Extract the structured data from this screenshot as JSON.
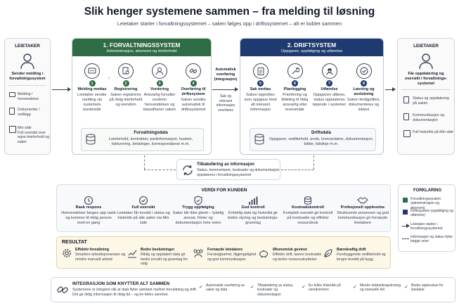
{
  "title": "Slik henger systemene sammen – fra melding til løsning",
  "subtitle": "Leietaker starter i forvaltningssystemet – saken følges opp i driftssystemet – alt er koblet sammen",
  "left": {
    "title": "LEIETAKER",
    "main": "Sender melding i forvaltningssystem",
    "items": [
      "Melding / henvendelse",
      "Dokumenter / vedlegg",
      "Min side\nFull oversikt over egne leieforhold og saker"
    ]
  },
  "right": {
    "title": "LEIETAKER",
    "main": "Får oppdatering og oversikt i forvaltnings-systemet",
    "items": [
      "Status og oppdatering på saken",
      "Kommunikasjon og dokumentasjon",
      "Full historikk på Min side"
    ]
  },
  "fv": {
    "title": "1. FORVALTNINGSSYSTEM",
    "sub": "Administrasjon, økonomi og leieforhold",
    "steps": [
      {
        "n": "1",
        "t": "Melding mottas",
        "d": "Leietaker sender melding via systemets kundeside"
      },
      {
        "n": "2",
        "t": "Registrering",
        "d": "Saken registreres på riktig leieforhold og eiendom"
      },
      {
        "n": "3",
        "t": "Vurdering",
        "d": "Ansvarlig forvalter vurderer henvendelsen og klassifiserer saken"
      },
      {
        "n": "4",
        "t": "Overføring til driftssystem",
        "d": "Saken sendes automatisk til driftssystemet"
      }
    ],
    "data_title": "Forvaltningsdata",
    "data_text": "Leieforhold, kontrakter, partinformasjon, husleie, fakturering, betalinger, korrespondanse m.m."
  },
  "transfer": {
    "title": "Automatisk overføring (integrasjon)",
    "text": "Sak og relevant informasjon overføres"
  },
  "ds": {
    "title": "2. DRIFTSYSTEM",
    "sub": "Oppgaver, oppfølging og utførelse",
    "steps": [
      {
        "n": "5",
        "t": "Sak mottas",
        "d": "Saken opprettes som oppgave med all relevant informasjon"
      },
      {
        "n": "6",
        "t": "Planlegging",
        "d": "Prioritering og tildeling til riktig ansvarlig eller leverandør"
      },
      {
        "n": "7",
        "t": "Utførelse",
        "d": "Oppgaven utføres, status oppdateres løpende i systemet"
      },
      {
        "n": "8",
        "t": "Løsning og avslutning",
        "d": "Saken ferdigstilles, dokumenteres og lukkes"
      }
    ],
    "data_title": "Driftsdata",
    "data_text": "Oppgaver, vedlikehold, avvik, leverandører, dokumentasjon, bilder, tidslinje m.m."
  },
  "feedback": {
    "title": "Tilbakeføring av informasjon",
    "text": "Status, kommentarer, kostnader og dokumentasjon oppdateres i forvaltningssystemet"
  },
  "verdi": {
    "title": "VERDI FOR KUNDEN",
    "items": [
      {
        "t": "Rask respons",
        "d": "Henvendelser fanges opp raskt og kommer til riktig person med en gang"
      },
      {
        "t": "Full oversikt",
        "d": "Leietaker får innsikt i status og historikk på alle saker via Min side"
      },
      {
        "t": "Trygg oppfølging",
        "d": "Saker blir ikke glemt – tydelig ansvar, frister og dokumentasjon hele veien"
      },
      {
        "t": "God kontroll",
        "d": "Enhetlig data og historikk gir bedre styring og beslutnings-grunnlag"
      },
      {
        "t": "Kostnadskontroll",
        "d": "Komplett oversikt gir kontroll på kostnader og effektiv ressursbruk"
      },
      {
        "t": "Profesjonell opplevelse",
        "d": "Strukturerte prosesser og god kommunikasjon gir fornøyde leietakere"
      }
    ]
  },
  "legend": {
    "title": "FORKLARING",
    "items": [
      "Forvaltningssystem (administrasjon og økonomi)",
      "Driftssystem (oppfølging og utførelse)",
      "Leietaker starter i forvaltningssystemet",
      "Informasjon og status flyter begge veier"
    ]
  },
  "resultat": {
    "title": "RESULTAT",
    "items": [
      {
        "t": "Effektiv forvaltning",
        "d": "Smartere arbeidsprosesser og mindre manuelt arbeid"
      },
      {
        "t": "Bedre beslutninger",
        "d": "Riktig og oppdatert data gir bedre innsikt og grunnlag for valg"
      },
      {
        "t": "Fornøyde leietakere",
        "d": "Forutsigbarhet, tilgjengelighet og god kommunikasjon"
      },
      {
        "t": "Økonomisk gevinst",
        "d": "Effektiv drift, lavere kostnader og bedre ressursutnyttelse"
      },
      {
        "t": "Bærekraftig drift",
        "d": "Forebyggende vedlikehold og lengre levetid på bygg"
      }
    ]
  },
  "integ": {
    "title": "INTEGRASJON SOM KNYTTER ALT SAMMEN",
    "text": "Systemene er integrert slik at data flyter sømløst mellom forvaltning og drift. Det gir riktig informasjon til riktig tid – og én felles sannhet.",
    "items": [
      "Automatisk overføring av saker og data",
      "Tilbakeføring av status, kostnader og dokumentasjon",
      "Én felles historikk på eiendommen",
      "Mindre dobbeltregistrering og manuelle feil",
      "Bedre oppleveise for leietaker"
    ]
  },
  "colors": {
    "green": "#2f6b45",
    "navy": "#1e3a6e",
    "bar": "#2f6b45"
  }
}
